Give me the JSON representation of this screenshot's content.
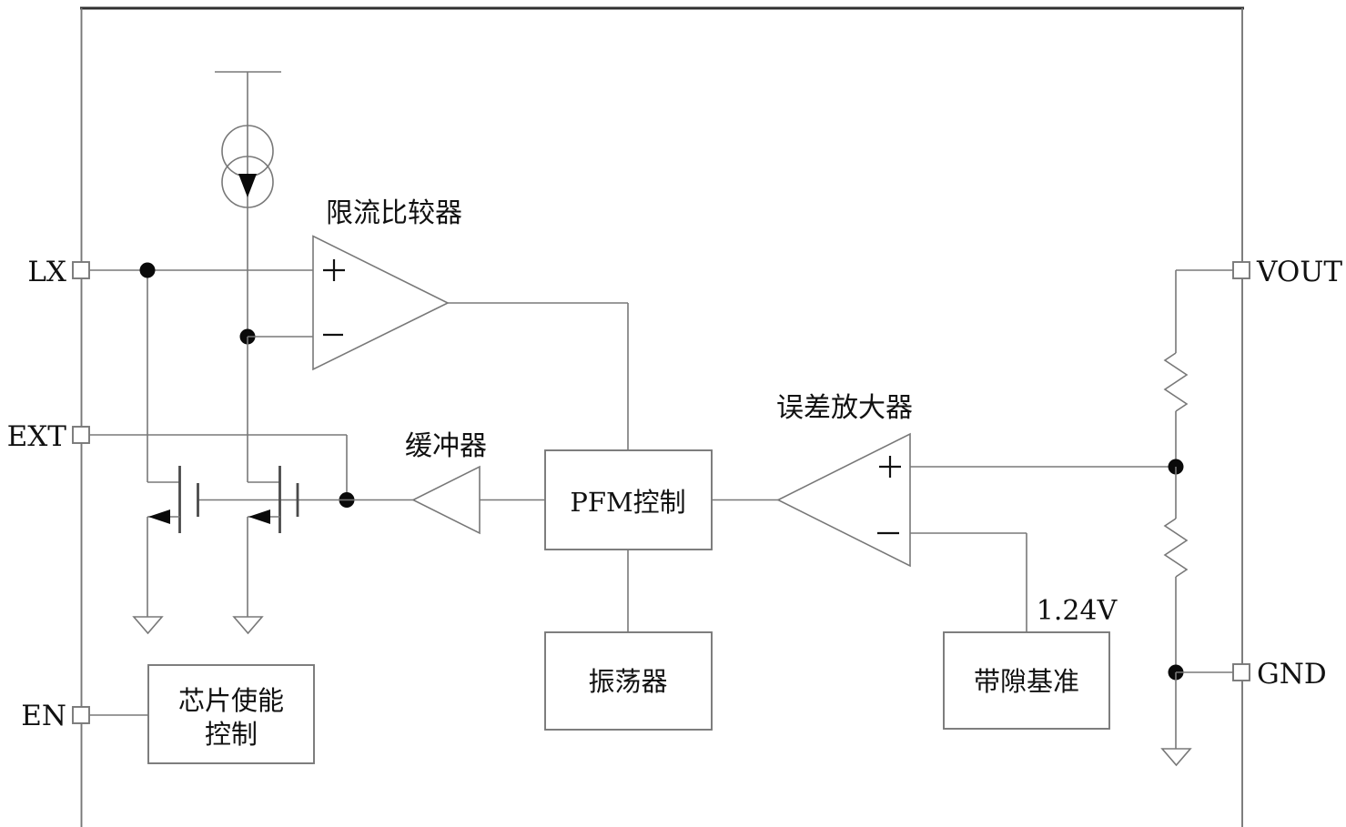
{
  "diagram": {
    "type": "circuit-block-diagram",
    "description": "PFM boost converter chip internal block diagram",
    "colors": {
      "background": "#ffffff",
      "wire": "#787878",
      "border": "#303030",
      "text": "#111111",
      "dot": "#0a0a0a",
      "bar": "#4a4a4a"
    },
    "pins": [
      {
        "id": "lx",
        "label": "LX",
        "side": "left"
      },
      {
        "id": "ext",
        "label": "EXT",
        "side": "left"
      },
      {
        "id": "en",
        "label": "EN",
        "side": "left"
      },
      {
        "id": "vout",
        "label": "VOUT",
        "side": "right"
      },
      {
        "id": "gnd",
        "label": "GND",
        "side": "right"
      }
    ],
    "blocks": {
      "pfm": {
        "label": "PFM控制"
      },
      "oscillator": {
        "label": "振荡器"
      },
      "bandgap": {
        "label": "带隙基准"
      },
      "chip_enable": {
        "line1": "芯片使能",
        "line2": "控制"
      }
    },
    "annotations": {
      "comparator": "限流比较器",
      "buffer": "缓冲器",
      "error_amplifier": "误差放大器",
      "reference_voltage": "1.24V"
    }
  }
}
